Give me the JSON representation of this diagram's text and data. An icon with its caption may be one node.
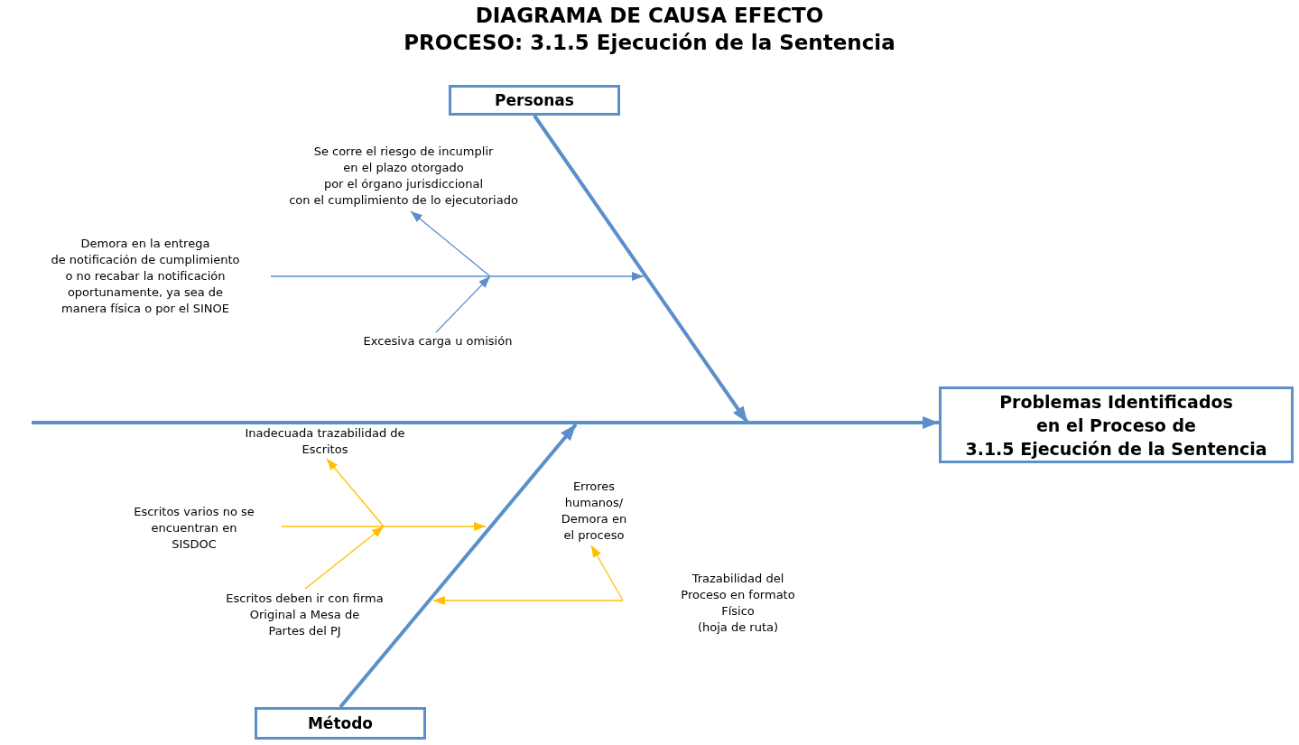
{
  "diagram": {
    "title": "DIAGRAMA DE CAUSA EFECTO",
    "nodes": [
      {
        "text": [
          "Personas"
        ]
      },
      {
        "text": [
          "Método"
        ]
      },
      {
        "text": [
          "Problemas Identificados en el Proceso de 3.1.5 Ejecución de la Sentencia"
        ]
      },
      {
        "text": [
          "Se corre el riesgo de incumplir en el plazo otorgado por el órgano jurisdiccional con el cumplimiento de lo ejecutoriado"
        ]
      },
      {
        "text": [
          "Demora en la entrega de notificación de cumplimiento o no recabar la notificación oportunamente, ya sea de manera física o por el SINOE"
        ]
      },
      {
        "text": [
          "Excesiva carga u omisión"
        ]
      },
      {
        "text": [
          "Inadecuada trazabilidad de Escritos"
        ]
      },
      {
        "text": [
          "Escritos varios no se encuentran en SISDOC"
        ]
      },
      {
        "text": [
          "Escritos deben ir con firma Original a Mesa de Partes del PJ"
        ]
      },
      {
        "text": [
          "Errores humanos/ Demora en el proceso"
        ]
      },
      {
        "text": [
          "Trazabilidad del Proceso en formato Físico (hoja de ruta)"
        ]
      }
    ],
    "edges": [
      {
        "from": null,
        "to": 2,
        "arrow": "to",
        "style": "thick"
      },
      {
        "from": 0,
        "to": null,
        "arrow": "to",
        "style": "thick"
      },
      {
        "from": 1,
        "to": null,
        "arrow": "to",
        "style": "thick"
      },
      {
        "from": 4,
        "to": null,
        "arrow": "to"
      },
      {
        "from": null,
        "to": 3,
        "arrow": "to"
      },
      {
        "from": 5,
        "to": null,
        "arrow": "to"
      },
      {
        "from": 7,
        "to": null,
        "arrow": "to",
        "color": "#ffc000"
      },
      {
        "from": null,
        "to": 6,
        "arrow": "to",
        "color": "#ffc000"
      },
      {
        "from": 8,
        "to": null,
        "arrow": "to",
        "color": "#ffc000"
      },
      {
        "from": 10,
        "to": null,
        "arrow": "to",
        "color": "#ffc000"
      },
      {
        "from": 10,
        "to": 9,
        "arrow": "to",
        "color": "#ffc000"
      }
    ],
    "labels": [
      "PROCESO: 3.1.5 Ejecución de la Sentencia"
    ]
  }
}
